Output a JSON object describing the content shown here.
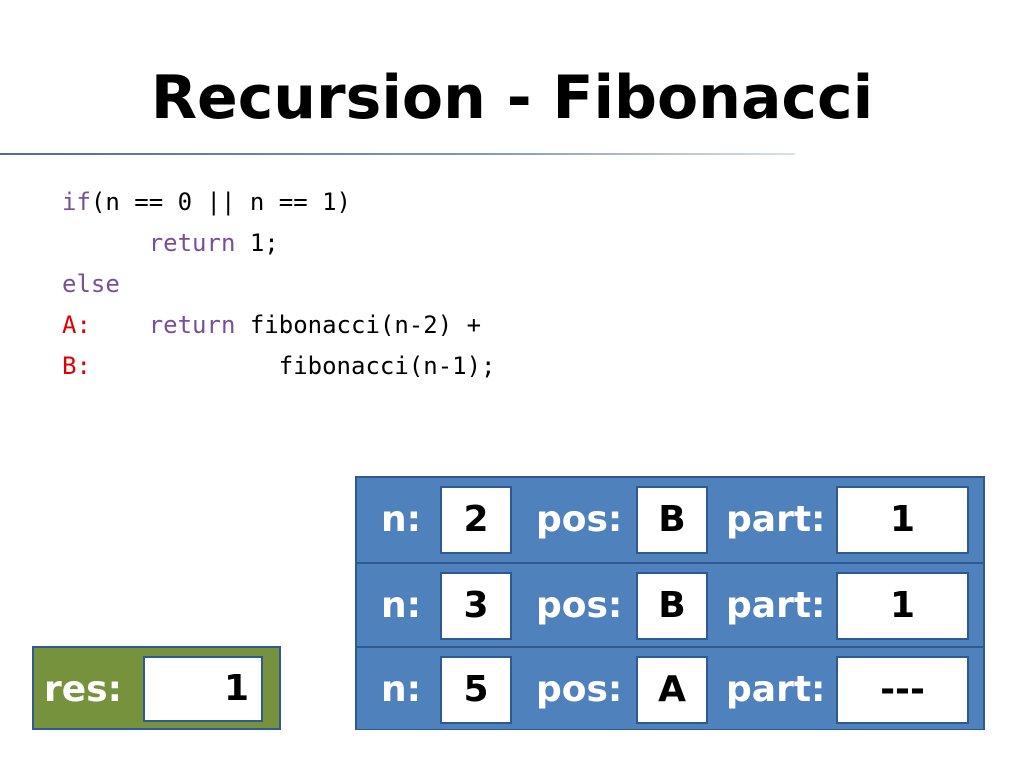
{
  "slide": {
    "title": "Recursion - Fibonacci"
  },
  "code": {
    "lines": [
      [
        {
          "text": "if",
          "style": "kw"
        },
        {
          "text": "(n == 0 || n == 1)",
          "style": "plain"
        }
      ],
      [
        {
          "text": "      ",
          "style": "plain"
        },
        {
          "text": "return",
          "style": "kw"
        },
        {
          "text": " 1;",
          "style": "plain"
        }
      ],
      [
        {
          "text": "else",
          "style": "kw"
        }
      ],
      [
        {
          "text": "A:",
          "style": "lbl"
        },
        {
          "text": "    ",
          "style": "plain"
        },
        {
          "text": "return",
          "style": "kw"
        },
        {
          "text": " fibonacci(n-2) +",
          "style": "plain"
        }
      ],
      [
        {
          "text": "B:",
          "style": "lbl"
        },
        {
          "text": "             fibonacci(n-1);",
          "style": "plain"
        }
      ]
    ]
  },
  "stack": {
    "labels": {
      "n": "n:",
      "pos": "pos:",
      "part": "part:"
    },
    "frames": [
      {
        "n": "2",
        "pos": "B",
        "part": "1"
      },
      {
        "n": "3",
        "pos": "B",
        "part": "1"
      },
      {
        "n": "5",
        "pos": "A",
        "part": "---"
      }
    ]
  },
  "result": {
    "label": "res:",
    "value": "1"
  },
  "colors": {
    "stack_fill": "#4f81bd",
    "stack_border": "#2f5a8f",
    "result_fill": "#76923c",
    "keyword": "#7a4f9a",
    "label": "#e00000"
  }
}
